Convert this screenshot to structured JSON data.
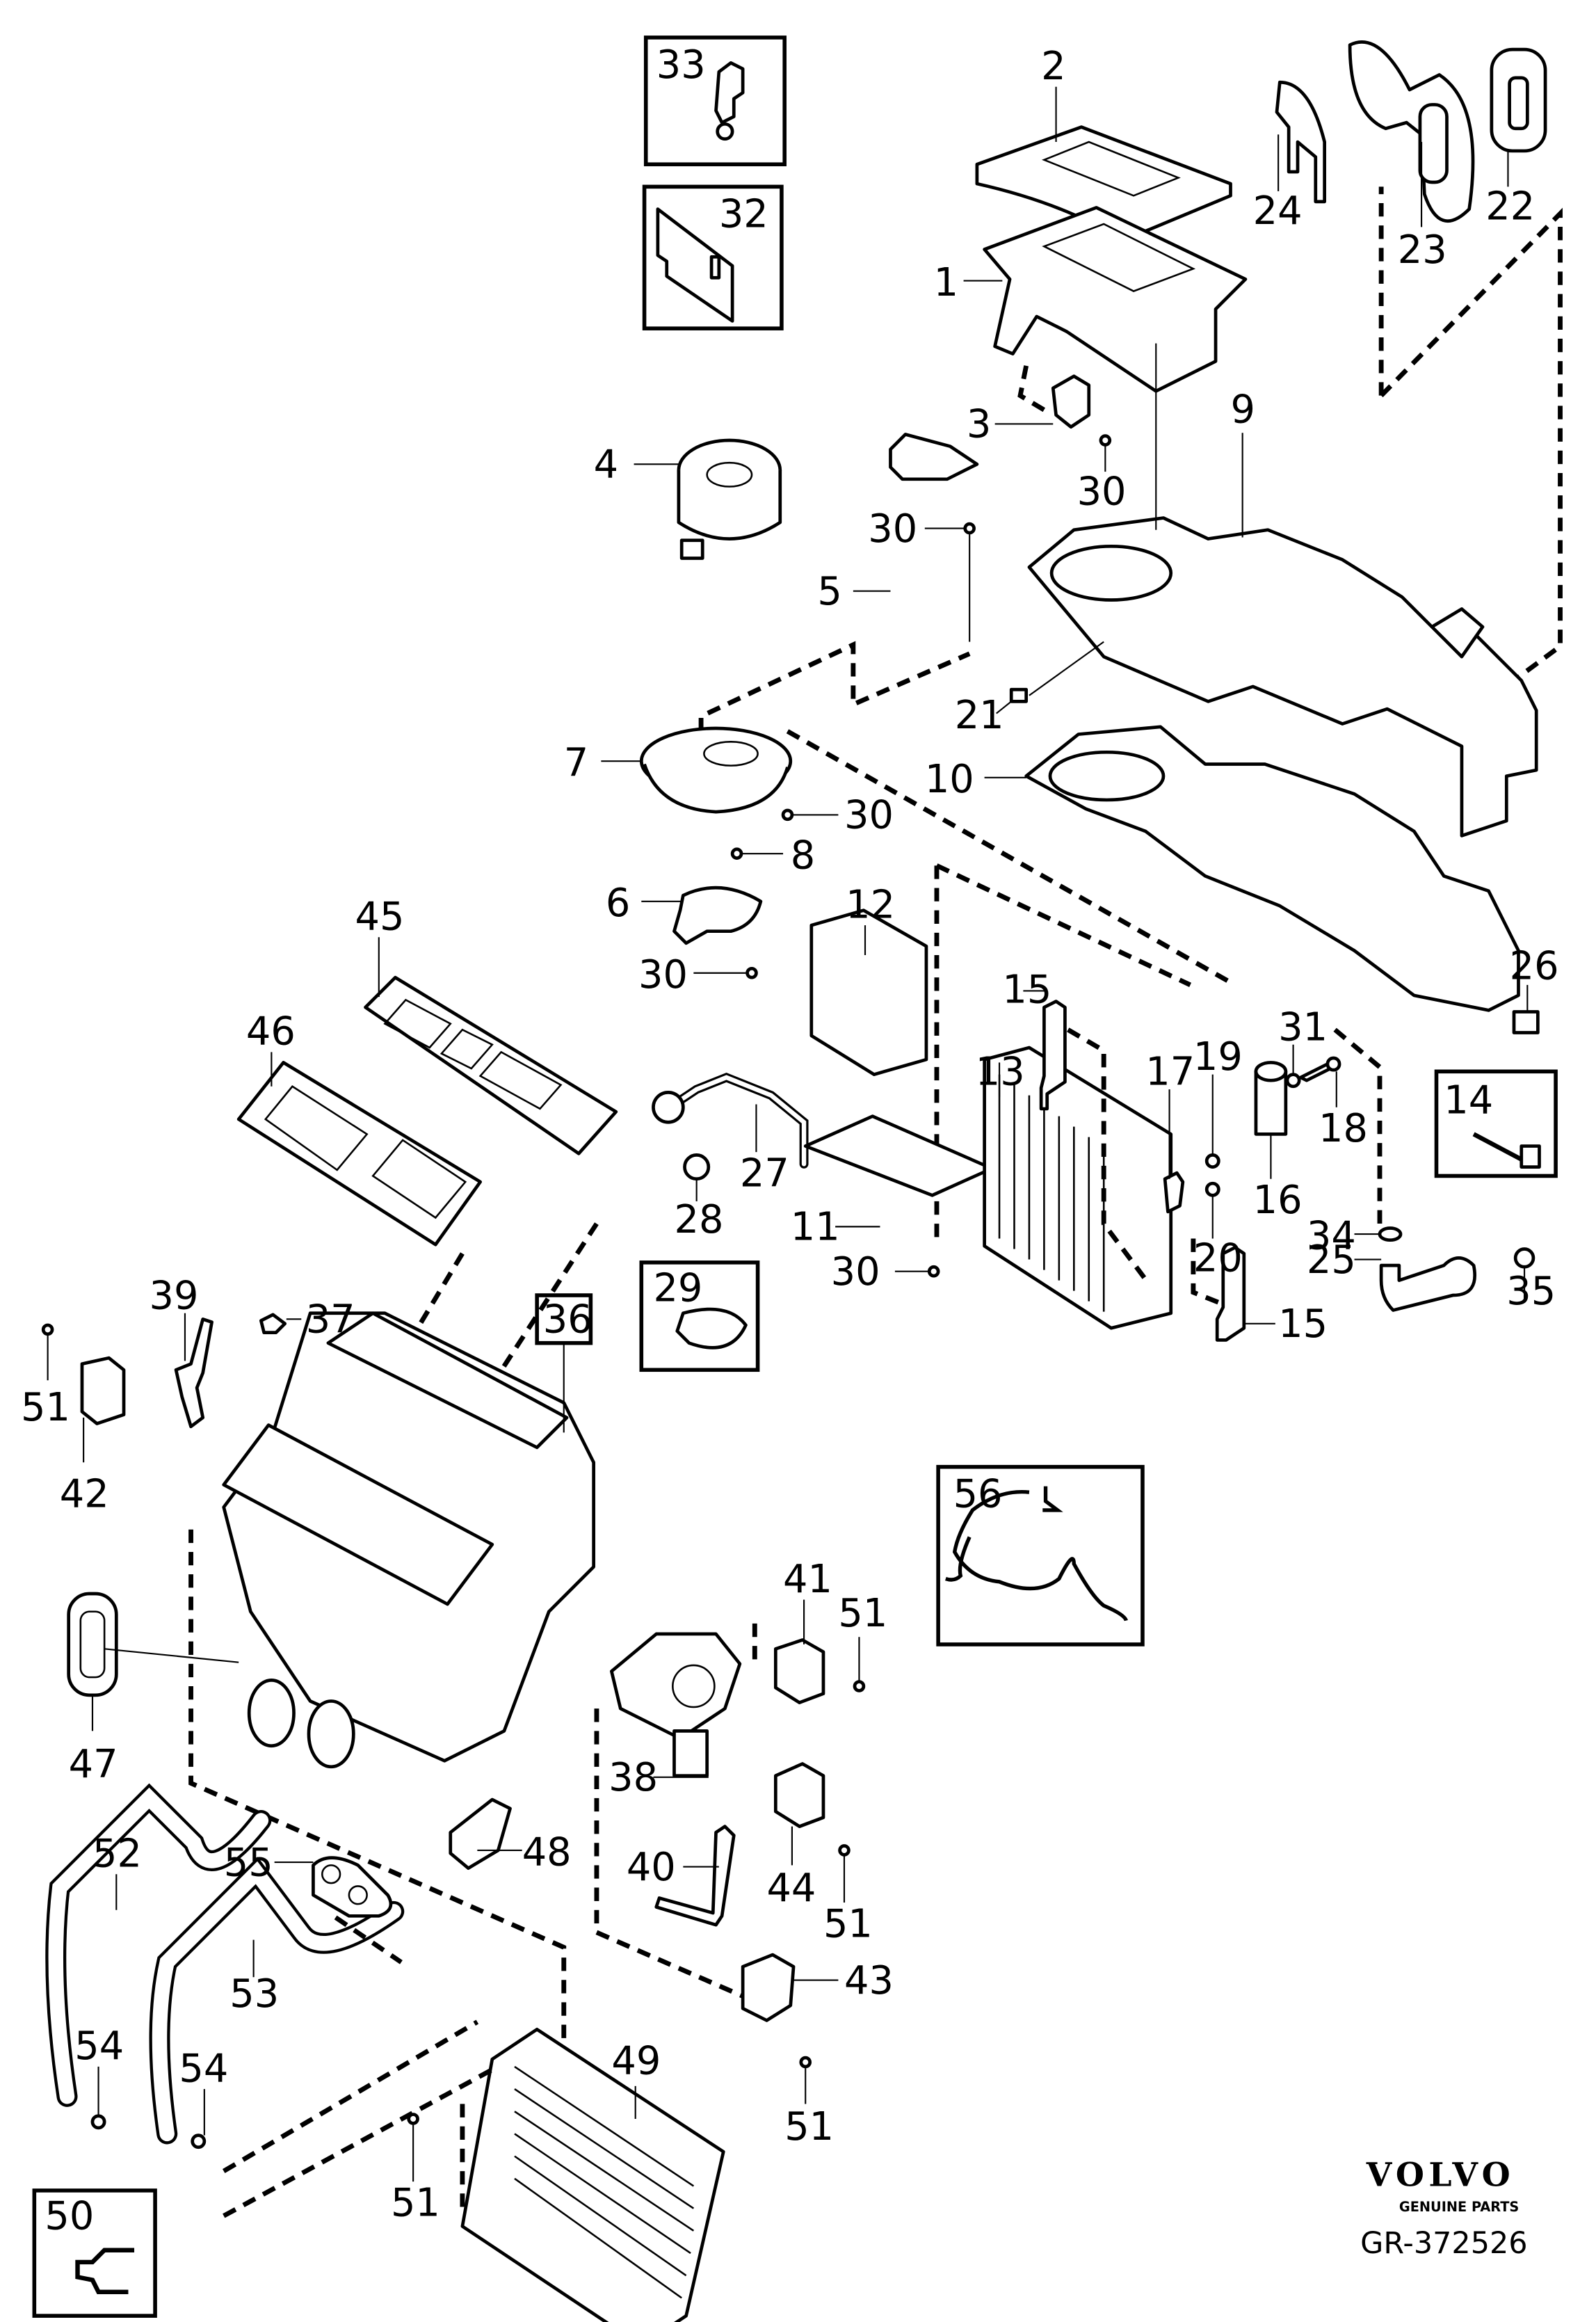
{
  "diagram": {
    "title": "Volvo heater / climate unit exploded parts diagram",
    "brand": "VOLVO",
    "brand_subtitle": "GENUINE PARTS",
    "reference": "GR-372526",
    "callouts": {
      "p1": "1",
      "p2": "2",
      "p3": "3",
      "p4": "4",
      "p5": "5",
      "p6": "6",
      "p7": "7",
      "p8": "8",
      "p9": "9",
      "p10": "10",
      "p11": "11",
      "p12": "12",
      "p13": "13",
      "p14": "14",
      "p15a": "15",
      "p15b": "15",
      "p16": "16",
      "p17": "17",
      "p18": "18",
      "p19": "19",
      "p20": "20",
      "p21": "21",
      "p22": "22",
      "p23": "23",
      "p24": "24",
      "p25": "25",
      "p26": "26",
      "p27": "27",
      "p28": "28",
      "p29": "29",
      "p30a": "30",
      "p30b": "30",
      "p30c": "30",
      "p30d": "30",
      "p30e": "30",
      "p31": "31",
      "p32": "32",
      "p33": "33",
      "p34": "34",
      "p35": "35",
      "p36": "36",
      "p37": "37",
      "p38": "38",
      "p39": "39",
      "p40": "40",
      "p41": "41",
      "p42": "42",
      "p43": "43",
      "p44": "44",
      "p45": "45",
      "p46": "46",
      "p47": "47",
      "p48": "48",
      "p49": "49",
      "p50": "50",
      "p51a": "51",
      "p51b": "51",
      "p51c": "51",
      "p51d": "51",
      "p51e": "51",
      "p52": "52",
      "p53": "53",
      "p54a": "54",
      "p54b": "54",
      "p55": "55",
      "p56": "56"
    }
  }
}
